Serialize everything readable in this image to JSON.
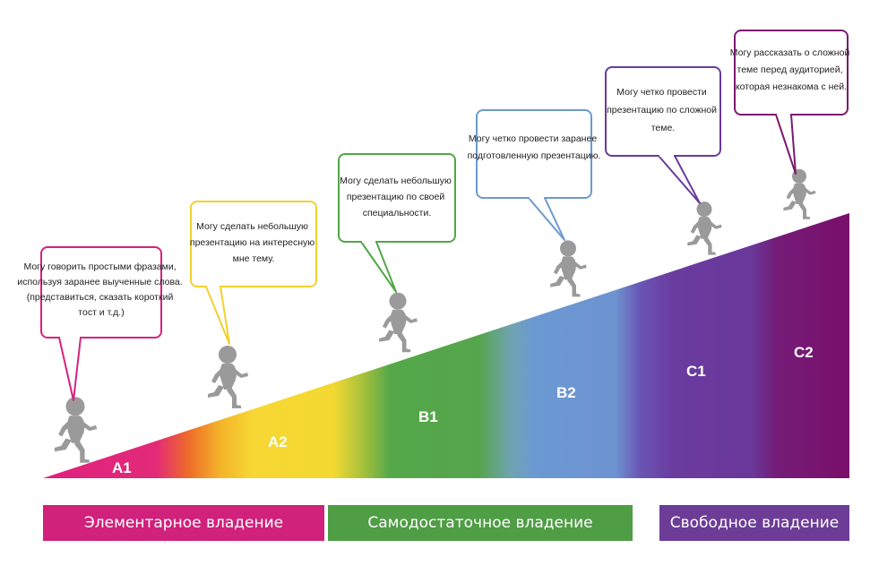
{
  "levels": [
    {
      "code": "A1",
      "bubble": [
        "Могу говорить простыми фразами,",
        "используя заранее выученные слова.",
        "(представиться, сказать короткий",
        "тост и т.д.)"
      ],
      "color": "#d6227e"
    },
    {
      "code": "A2",
      "bubble": [
        "Могу сделать небольшую",
        "презентацию на интересную",
        "мне тему."
      ],
      "color": "#f2d02f"
    },
    {
      "code": "B1",
      "bubble": [
        "Могу сделать небольшую",
        "презентацию по своей",
        "специальности."
      ],
      "color": "#52a648"
    },
    {
      "code": "B2",
      "bubble": [
        "Могу четко провести заранее",
        "подготовленную презентацию."
      ],
      "color": "#6c9ad0"
    },
    {
      "code": "C1",
      "bubble": [
        "Могу четко провести",
        "презентацию по сложной",
        "теме."
      ],
      "color": "#6a3b9a"
    },
    {
      "code": "C2",
      "bubble": [
        "Могу рассказать о сложной",
        "теме перед аудиторией,",
        "которая незнакома с ней."
      ],
      "color": "#7b1b6e"
    }
  ],
  "bands": [
    {
      "label": "Элементарное владение",
      "color": "#d0217b"
    },
    {
      "label": "Самодостаточное владение",
      "color": "#4f9d45"
    },
    {
      "label": "Свободное владение",
      "color": "#6d3c96"
    }
  ],
  "icons": {
    "figure": "running-person-icon",
    "figure_color": "#9a9a9a"
  }
}
